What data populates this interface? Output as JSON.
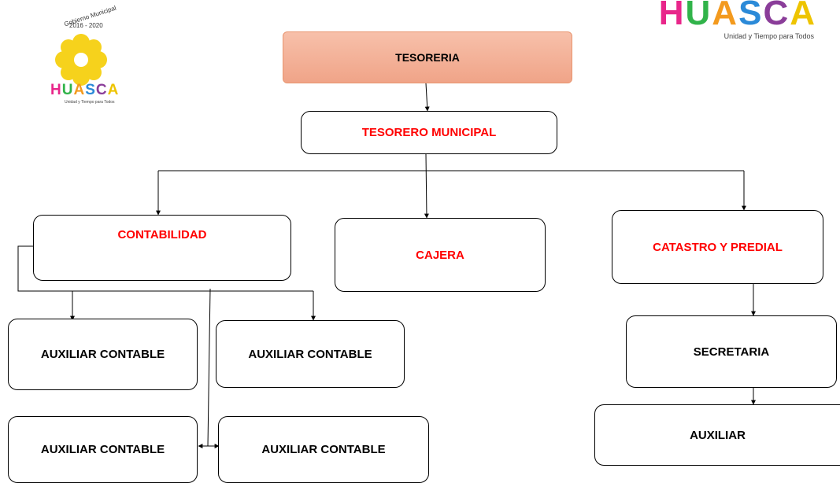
{
  "logos": {
    "left": {
      "arc_text": "Gobierno Municipal",
      "years": "2016 - 2020",
      "name_letters": [
        "H",
        "U",
        "A",
        "S",
        "C",
        "A"
      ],
      "tagline": "Unidad y Tiempo para Todos"
    },
    "right": {
      "name_letters": [
        "H",
        "U",
        "A",
        "S",
        "C",
        "A"
      ],
      "tagline": "Unidad y Tiempo para Todos"
    },
    "letter_colors": [
      "#e8268a",
      "#31b34a",
      "#f39a1e",
      "#2b8ad8",
      "#8a3d99",
      "#eec400"
    ]
  },
  "org": {
    "tesoreria": "TESORERIA",
    "tesorero": "TESORERO MUNICIPAL",
    "contabilidad": "CONTABILIDAD",
    "cajera": "CAJERA",
    "catastro": "CATASTRO Y PREDIAL",
    "auxiliar_contable_1": "AUXILIAR CONTABLE",
    "auxiliar_contable_2": "AUXILIAR CONTABLE",
    "auxiliar_contable_3": "AUXILIAR CONTABLE",
    "auxiliar_contable_4": "AUXILIAR CONTABLE",
    "secretaria": "SECRETARIA",
    "auxiliar": "AUXILIAR"
  },
  "colors": {
    "highlight_text": "#ff0000",
    "top_box_fill": "#f3b095"
  }
}
